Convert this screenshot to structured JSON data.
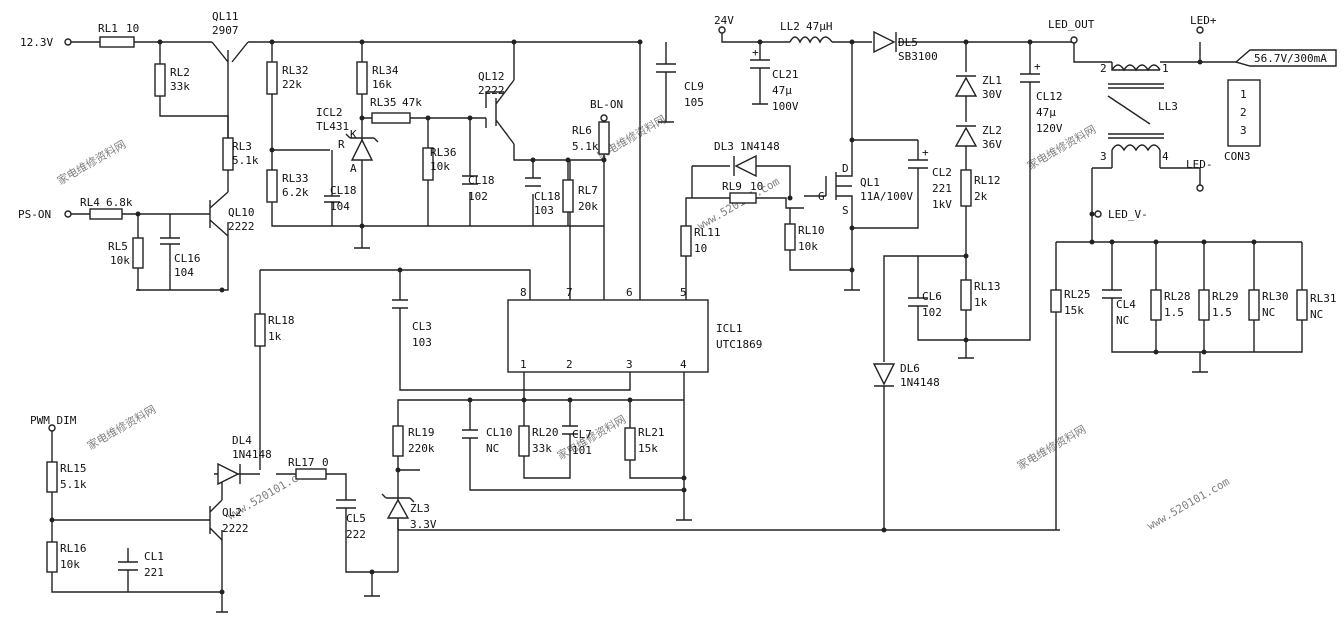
{
  "ports": {
    "v12": "12.3V",
    "pson": "PS-ON",
    "pwm": "PWM DIM",
    "blon": "BL-ON",
    "v24": "24V",
    "ledout": "LED_OUT",
    "ledplus": "LED+",
    "ledminus": "LED-",
    "ledv": "LED_V-",
    "spec": "56.7V/300mA"
  },
  "parts": {
    "RL1": [
      "RL1",
      "10"
    ],
    "QL11": [
      "QL11",
      "2907"
    ],
    "RL2": [
      "RL2",
      "33k"
    ],
    "RL3": [
      "RL3",
      "5.1k"
    ],
    "RL4": [
      "RL4",
      "6.8k"
    ],
    "RL5": [
      "RL5",
      "10k"
    ],
    "CL16": [
      "CL16",
      "104"
    ],
    "QL10": [
      "QL10",
      "2222"
    ],
    "RL32": [
      "RL32",
      "22k"
    ],
    "RL33": [
      "RL33",
      "6.2k"
    ],
    "RL34": [
      "RL34",
      "16k"
    ],
    "ICL2": [
      "ICL2",
      "TL431"
    ],
    "RL35": [
      "RL35",
      "47k"
    ],
    "RL36": [
      "RL36",
      "10k"
    ],
    "CL18a": [
      "CL18",
      "104"
    ],
    "CL18b": [
      "CL18",
      "102"
    ],
    "QL12": [
      "QL12",
      "2222"
    ],
    "CL18c": [
      "CL18",
      "103"
    ],
    "RL6": [
      "RL6",
      "5.1k"
    ],
    "RL7": [
      "RL7",
      "20k"
    ],
    "CL9": [
      "CL9",
      "105"
    ],
    "ICL1": [
      "ICL1",
      "UTC1869"
    ],
    "RL18": [
      "RL18",
      "1k"
    ],
    "CL3": [
      "CL3",
      "103"
    ],
    "RL15": [
      "RL15",
      "5.1k"
    ],
    "RL16": [
      "RL16",
      "10k"
    ],
    "CL1": [
      "CL1",
      "221"
    ],
    "QL2": [
      "QL2",
      "2222"
    ],
    "DL4": [
      "DL4",
      "1N4148"
    ],
    "RL17": [
      "RL17",
      "0"
    ],
    "CL5": [
      "CL5",
      "222"
    ],
    "RL19": [
      "RL19",
      "220k"
    ],
    "ZL3": [
      "ZL3",
      "3.3V"
    ],
    "CL10": [
      "CL10",
      "NC"
    ],
    "RL20": [
      "RL20",
      "33k"
    ],
    "CL7": [
      "CL7",
      "101"
    ],
    "RL21": [
      "RL21",
      "15k"
    ],
    "CL21": [
      "CL21",
      "47μ",
      "100V"
    ],
    "LL2": [
      "LL2",
      "47μH"
    ],
    "DL5": [
      "DL5",
      "SB3100"
    ],
    "DL3": [
      "DL3",
      "1N4148"
    ],
    "RL9": [
      "RL9",
      "10"
    ],
    "RL11": [
      "RL11",
      "10"
    ],
    "RL10": [
      "RL10",
      "10k"
    ],
    "QL1": [
      "QL1",
      "11A/100V"
    ],
    "CL2": [
      "CL2",
      "221",
      "1kV"
    ],
    "ZL1": [
      "ZL1",
      "30V"
    ],
    "ZL2": [
      "ZL2",
      "36V"
    ],
    "RL12": [
      "RL12",
      "2k"
    ],
    "CL12": [
      "CL12",
      "47μ",
      "120V"
    ],
    "RL13": [
      "RL13",
      "1k"
    ],
    "CL6": [
      "CL6",
      "102"
    ],
    "DL6": [
      "DL6",
      "1N4148"
    ],
    "LL3": [
      "LL3"
    ],
    "CON3": [
      "CON3"
    ],
    "RL25": [
      "RL25",
      "15k"
    ],
    "CL4": [
      "CL4",
      "NC"
    ],
    "RL28": [
      "RL28",
      "1.5"
    ],
    "RL29": [
      "RL29",
      "1.5"
    ],
    "RL30": [
      "RL30",
      "NC"
    ],
    "RL31": [
      "RL31",
      "NC"
    ]
  },
  "pins": {
    "ic_top": [
      "8",
      "7",
      "6",
      "5"
    ],
    "ic_bottom": [
      "1",
      "2",
      "3",
      "4"
    ],
    "con": [
      "1",
      "2",
      "3"
    ],
    "ll3": [
      "2",
      "1",
      "3",
      "4"
    ],
    "tl431": [
      "K",
      "R",
      "A"
    ],
    "mos": [
      "D",
      "G",
      "S"
    ]
  },
  "watermarks": [
    "家电维修资料网",
    "www.520101.com"
  ]
}
